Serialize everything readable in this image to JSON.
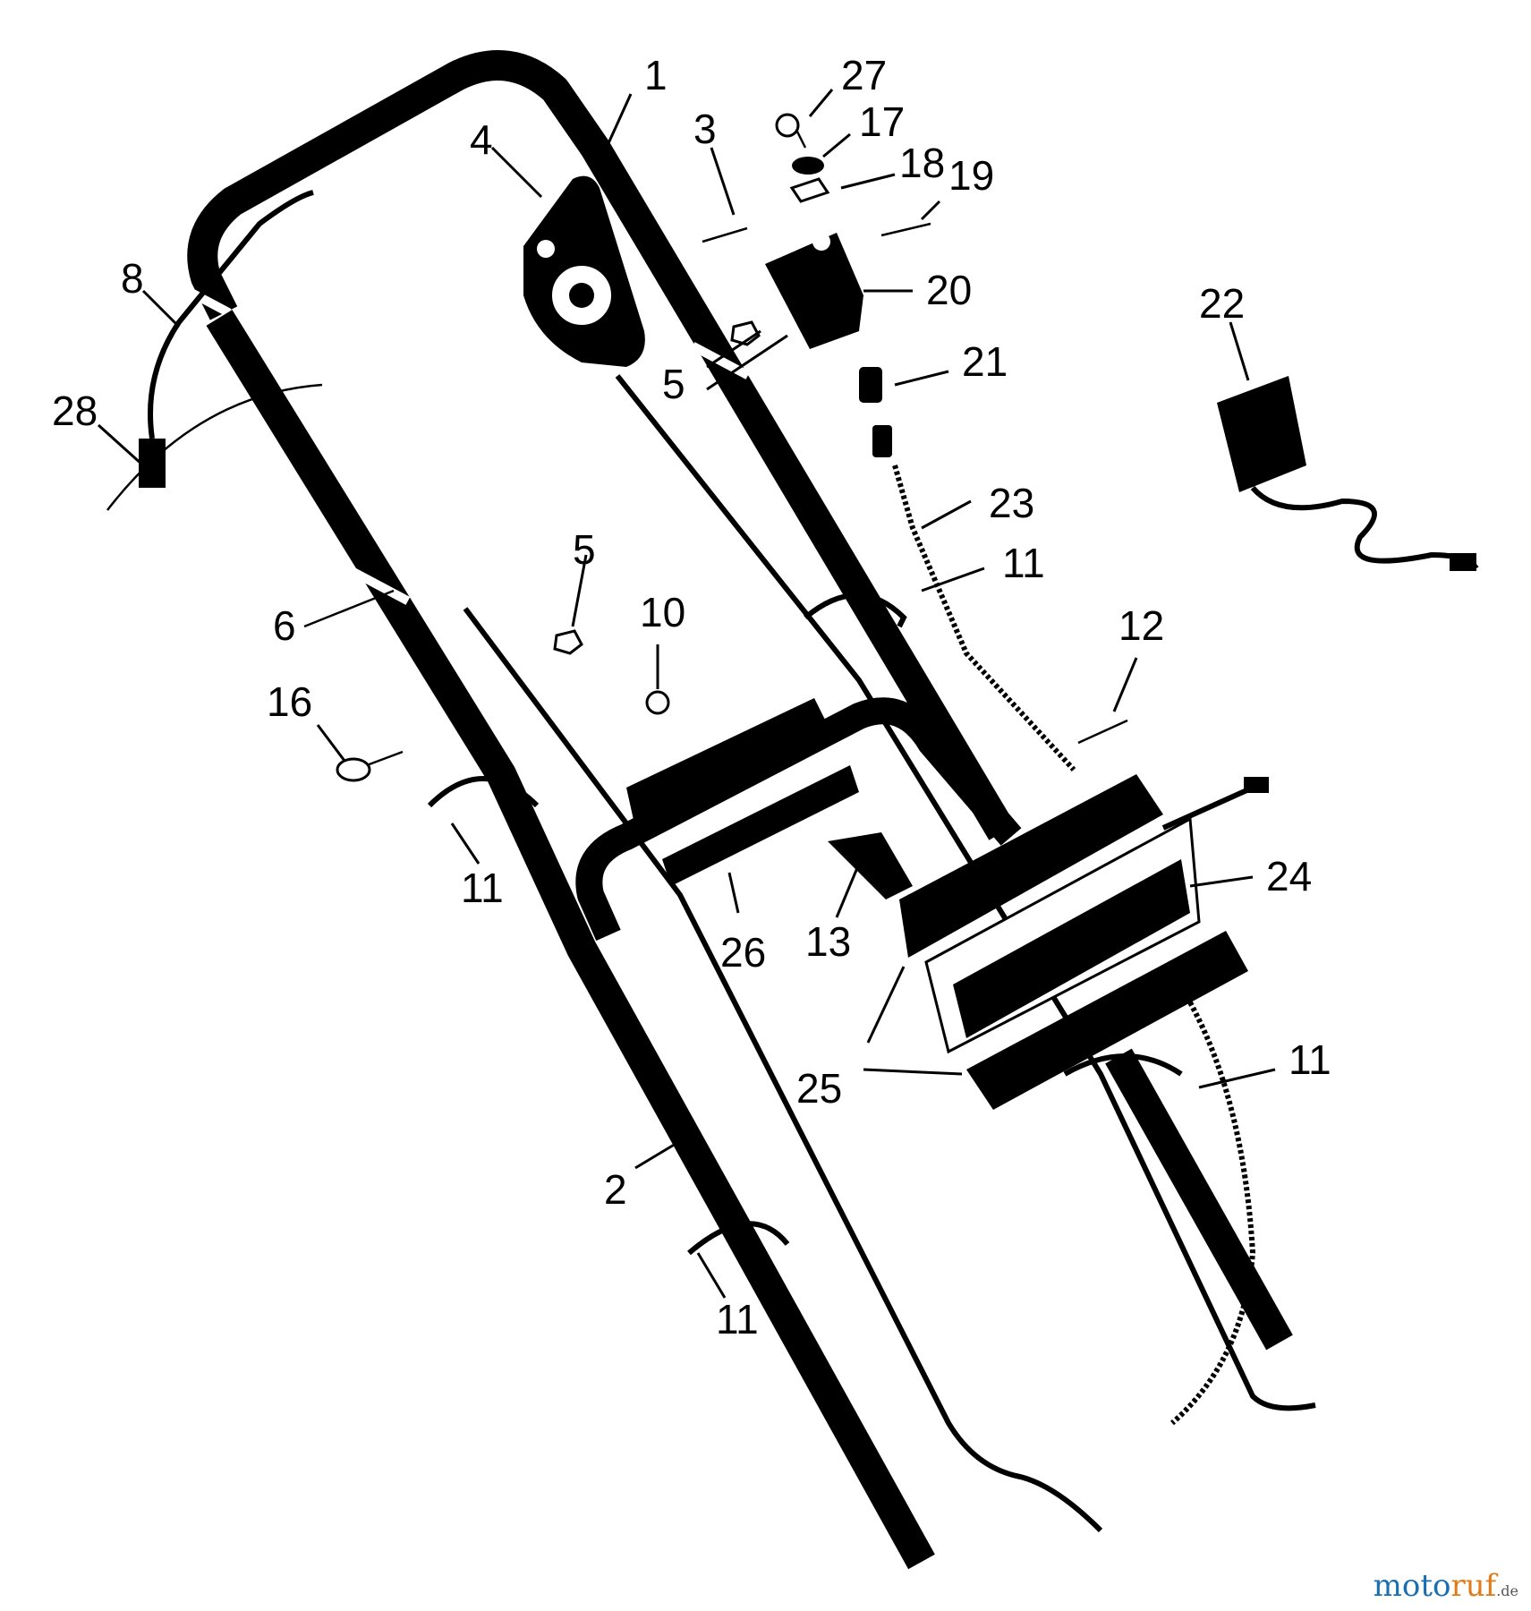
{
  "diagram": {
    "callouts": [
      {
        "id": "c1",
        "text": "1"
      },
      {
        "id": "c27",
        "text": "27"
      },
      {
        "id": "c17",
        "text": "17"
      },
      {
        "id": "c3",
        "text": "3"
      },
      {
        "id": "c4",
        "text": "4"
      },
      {
        "id": "c18",
        "text": "18"
      },
      {
        "id": "c19",
        "text": "19"
      },
      {
        "id": "c20",
        "text": "20"
      },
      {
        "id": "c8",
        "text": "8"
      },
      {
        "id": "c22",
        "text": "22"
      },
      {
        "id": "c21",
        "text": "21"
      },
      {
        "id": "c5a",
        "text": "5"
      },
      {
        "id": "c28",
        "text": "28"
      },
      {
        "id": "c23",
        "text": "23"
      },
      {
        "id": "c11a",
        "text": "11"
      },
      {
        "id": "c5b",
        "text": "5"
      },
      {
        "id": "c10",
        "text": "10"
      },
      {
        "id": "c6",
        "text": "6"
      },
      {
        "id": "c12",
        "text": "12"
      },
      {
        "id": "c16",
        "text": "16"
      },
      {
        "id": "c24",
        "text": "24"
      },
      {
        "id": "c11b",
        "text": "11"
      },
      {
        "id": "c26",
        "text": "26"
      },
      {
        "id": "c13",
        "text": "13"
      },
      {
        "id": "c25",
        "text": "25"
      },
      {
        "id": "c11c",
        "text": "11"
      },
      {
        "id": "c2",
        "text": "2"
      },
      {
        "id": "c11d",
        "text": "11"
      }
    ]
  },
  "watermark": {
    "part1": "moto",
    "part2": "ruf",
    "tld": ".de"
  }
}
